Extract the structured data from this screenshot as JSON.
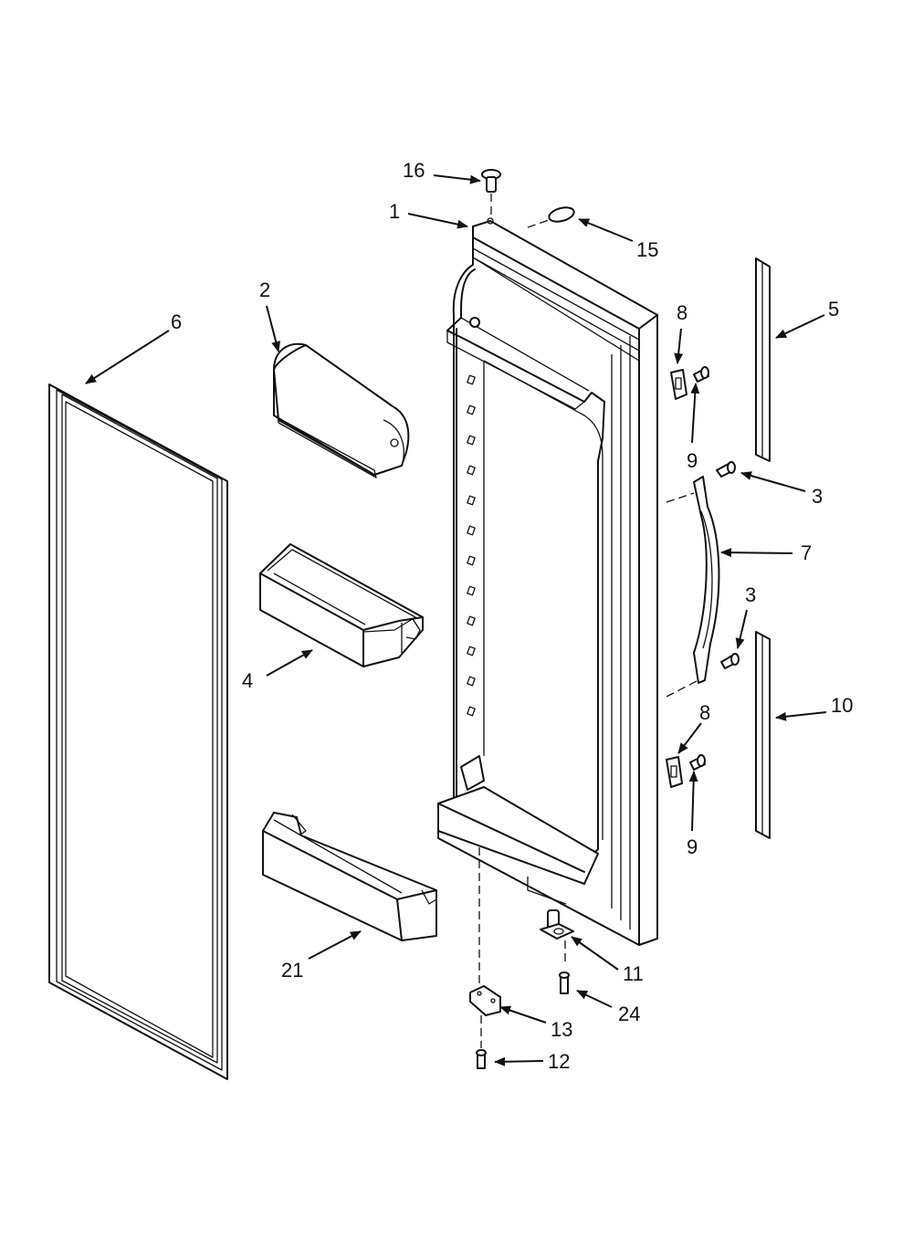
{
  "diagram": {
    "callouts": {
      "c1": "1",
      "c2": "2",
      "c3a": "3",
      "c3b": "3",
      "c4": "4",
      "c5": "5",
      "c6": "6",
      "c7": "7",
      "c8a": "8",
      "c8b": "8",
      "c9a": "9",
      "c9b": "9",
      "c10": "10",
      "c11": "11",
      "c12": "12",
      "c13": "13",
      "c15": "15",
      "c16": "16",
      "c21": "21",
      "c24": "24"
    },
    "colors": {
      "line": "#111111",
      "background": "#ffffff"
    }
  }
}
